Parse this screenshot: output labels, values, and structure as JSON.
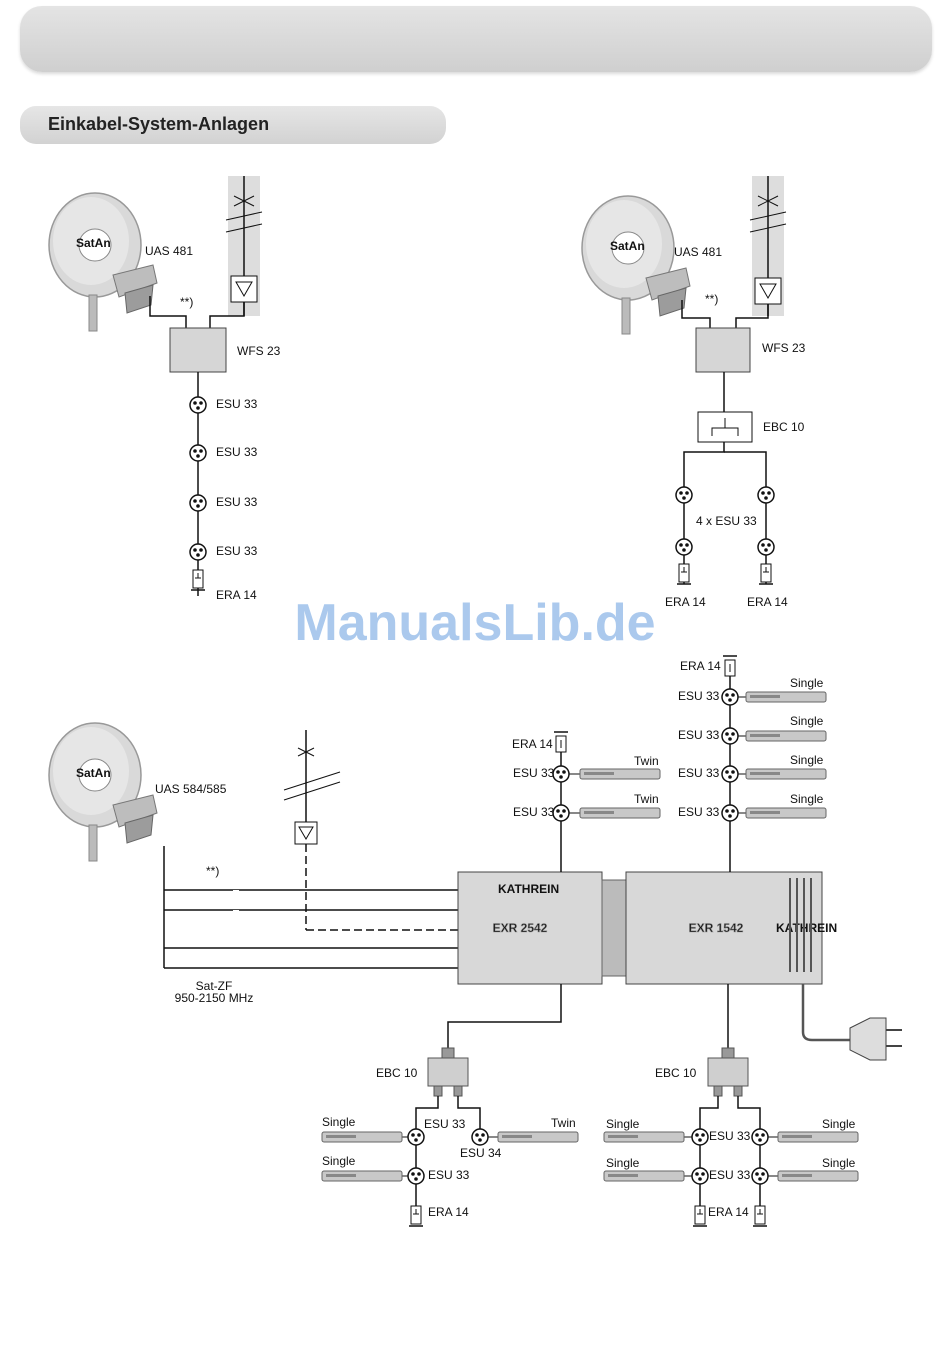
{
  "header": {
    "title": ""
  },
  "section": {
    "title": "Einkabel-System-Anlagen"
  },
  "watermark": "ManualsLib.de",
  "brand": {
    "dish": "SatAn",
    "multiswitch_brand": "KATHREIN"
  },
  "diagram_a": {
    "dish": "UAS 481",
    "note": "**)",
    "switch": "WFS 23",
    "outlets": [
      "ESU 33",
      "ESU 33",
      "ESU 33",
      "ESU 33"
    ],
    "terminator": "ERA 14"
  },
  "diagram_b": {
    "dish": "UAS 481",
    "note": "**)",
    "switch": "WFS 23",
    "splitter": "EBC 10",
    "outlets_label": "4 x ESU 33",
    "terminator_left": "ERA 14",
    "terminator_right": "ERA 14"
  },
  "diagram_c": {
    "dish": "UAS 584/585",
    "note": "**)",
    "sat_if_label": "Sat-ZF",
    "sat_if_range": "950-2150 MHz",
    "multiswitch_left": "EXR 2542",
    "multiswitch_right": "EXR 1542",
    "left_top": {
      "terminator": "ERA 14",
      "outlets": [
        "ESU 33",
        "ESU 33"
      ],
      "receivers": [
        "Twin",
        "Twin"
      ]
    },
    "right_top": {
      "terminator": "ERA 14",
      "outlets": [
        "ESU 33",
        "ESU 33",
        "ESU 33",
        "ESU 33"
      ],
      "receivers": [
        "Single",
        "Single",
        "Single",
        "Single"
      ]
    },
    "left_bottom": {
      "splitter": "EBC 10",
      "outlets": [
        "ESU 33",
        "ESU 34",
        "ESU 33"
      ],
      "receivers": [
        "Single",
        "Twin",
        "Single"
      ],
      "terminator": "ERA 14"
    },
    "right_bottom": {
      "splitter": "EBC 10",
      "outlets": [
        "ESU 33",
        "ESU 33"
      ],
      "receivers": [
        "Single",
        "Single",
        "Single",
        "Single"
      ],
      "terminator": "ERA 14"
    }
  },
  "colors": {
    "watermark": "#8fb8e8",
    "bars": "#d8d8d8",
    "lines": "#111111"
  }
}
